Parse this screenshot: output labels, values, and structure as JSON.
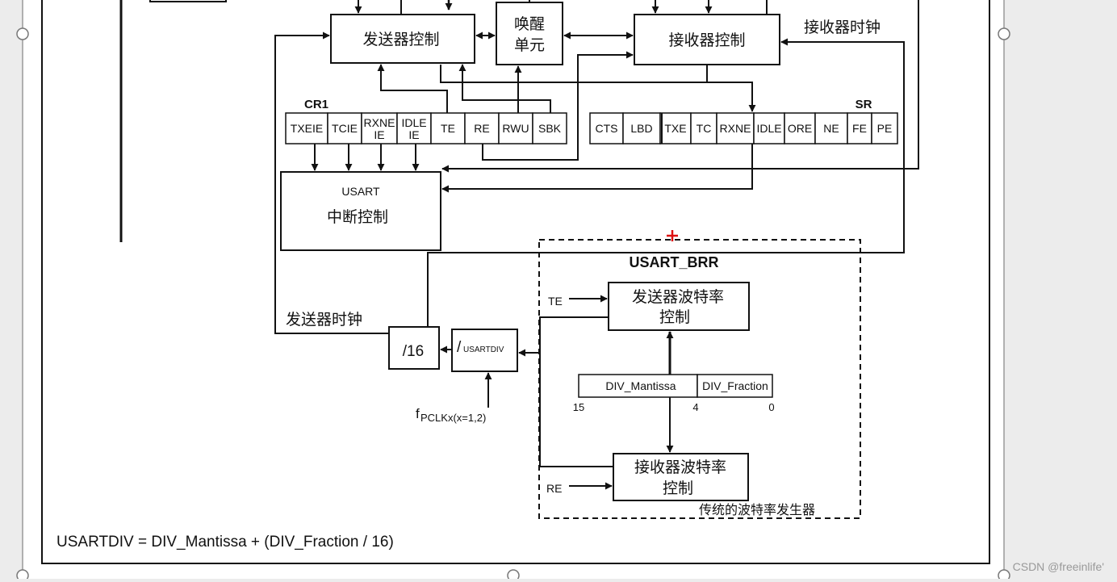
{
  "blocks": {
    "tx_control": "发送器控制",
    "wakeup_line1": "唤醒",
    "wakeup_line2": "单元",
    "rx_control": "接收器控制",
    "usart_label": "USART",
    "irq_control": "中断控制",
    "div16": "/16",
    "div_prefix": "/",
    "div_sub": "USARTDIV",
    "tx_baud_line1": "发送器波特率",
    "tx_baud_line2": "控制",
    "rx_baud_line1": "接收器波特率",
    "rx_baud_line2": "控制"
  },
  "labels": {
    "rx_clock": "接收器时钟",
    "tx_clock": "发送器时钟",
    "cr1": "CR1",
    "sr": "SR",
    "usart_brr": "USART_BRR",
    "te_in": "TE",
    "re_in": "RE",
    "fpclk_main": "f",
    "fpclk_sub": "PCLKx(x=1,2)",
    "traditional_gen": "传统的波特率发生器",
    "bit15": "15",
    "bit4": "4",
    "bit0": "0",
    "formula": "USARTDIV = DIV_Mantissa + (DIV_Fraction / 16)",
    "watermark": "CSDN @freeinlife'"
  },
  "cr1_cells": [
    {
      "t1": "TXEIE",
      "t2": ""
    },
    {
      "t1": "TCIE",
      "t2": ""
    },
    {
      "t1": "RXNE",
      "t2": "IE"
    },
    {
      "t1": "IDLE",
      "t2": "IE"
    },
    {
      "t1": "TE",
      "t2": ""
    },
    {
      "t1": "RE",
      "t2": ""
    },
    {
      "t1": "RWU",
      "t2": ""
    },
    {
      "t1": "SBK",
      "t2": ""
    }
  ],
  "sr_cells": [
    "CTS",
    "LBD",
    "TXE",
    "TC",
    "RXNE",
    "IDLE",
    "ORE",
    "NE",
    "FE",
    "PE"
  ],
  "brr_fields": {
    "mantissa": "DIV_Mantissa",
    "fraction": "DIV_Fraction"
  },
  "colors": {
    "line": "#111111",
    "cursor": "#dd1111",
    "canvas": "#ffffff",
    "background": "#ececec"
  }
}
